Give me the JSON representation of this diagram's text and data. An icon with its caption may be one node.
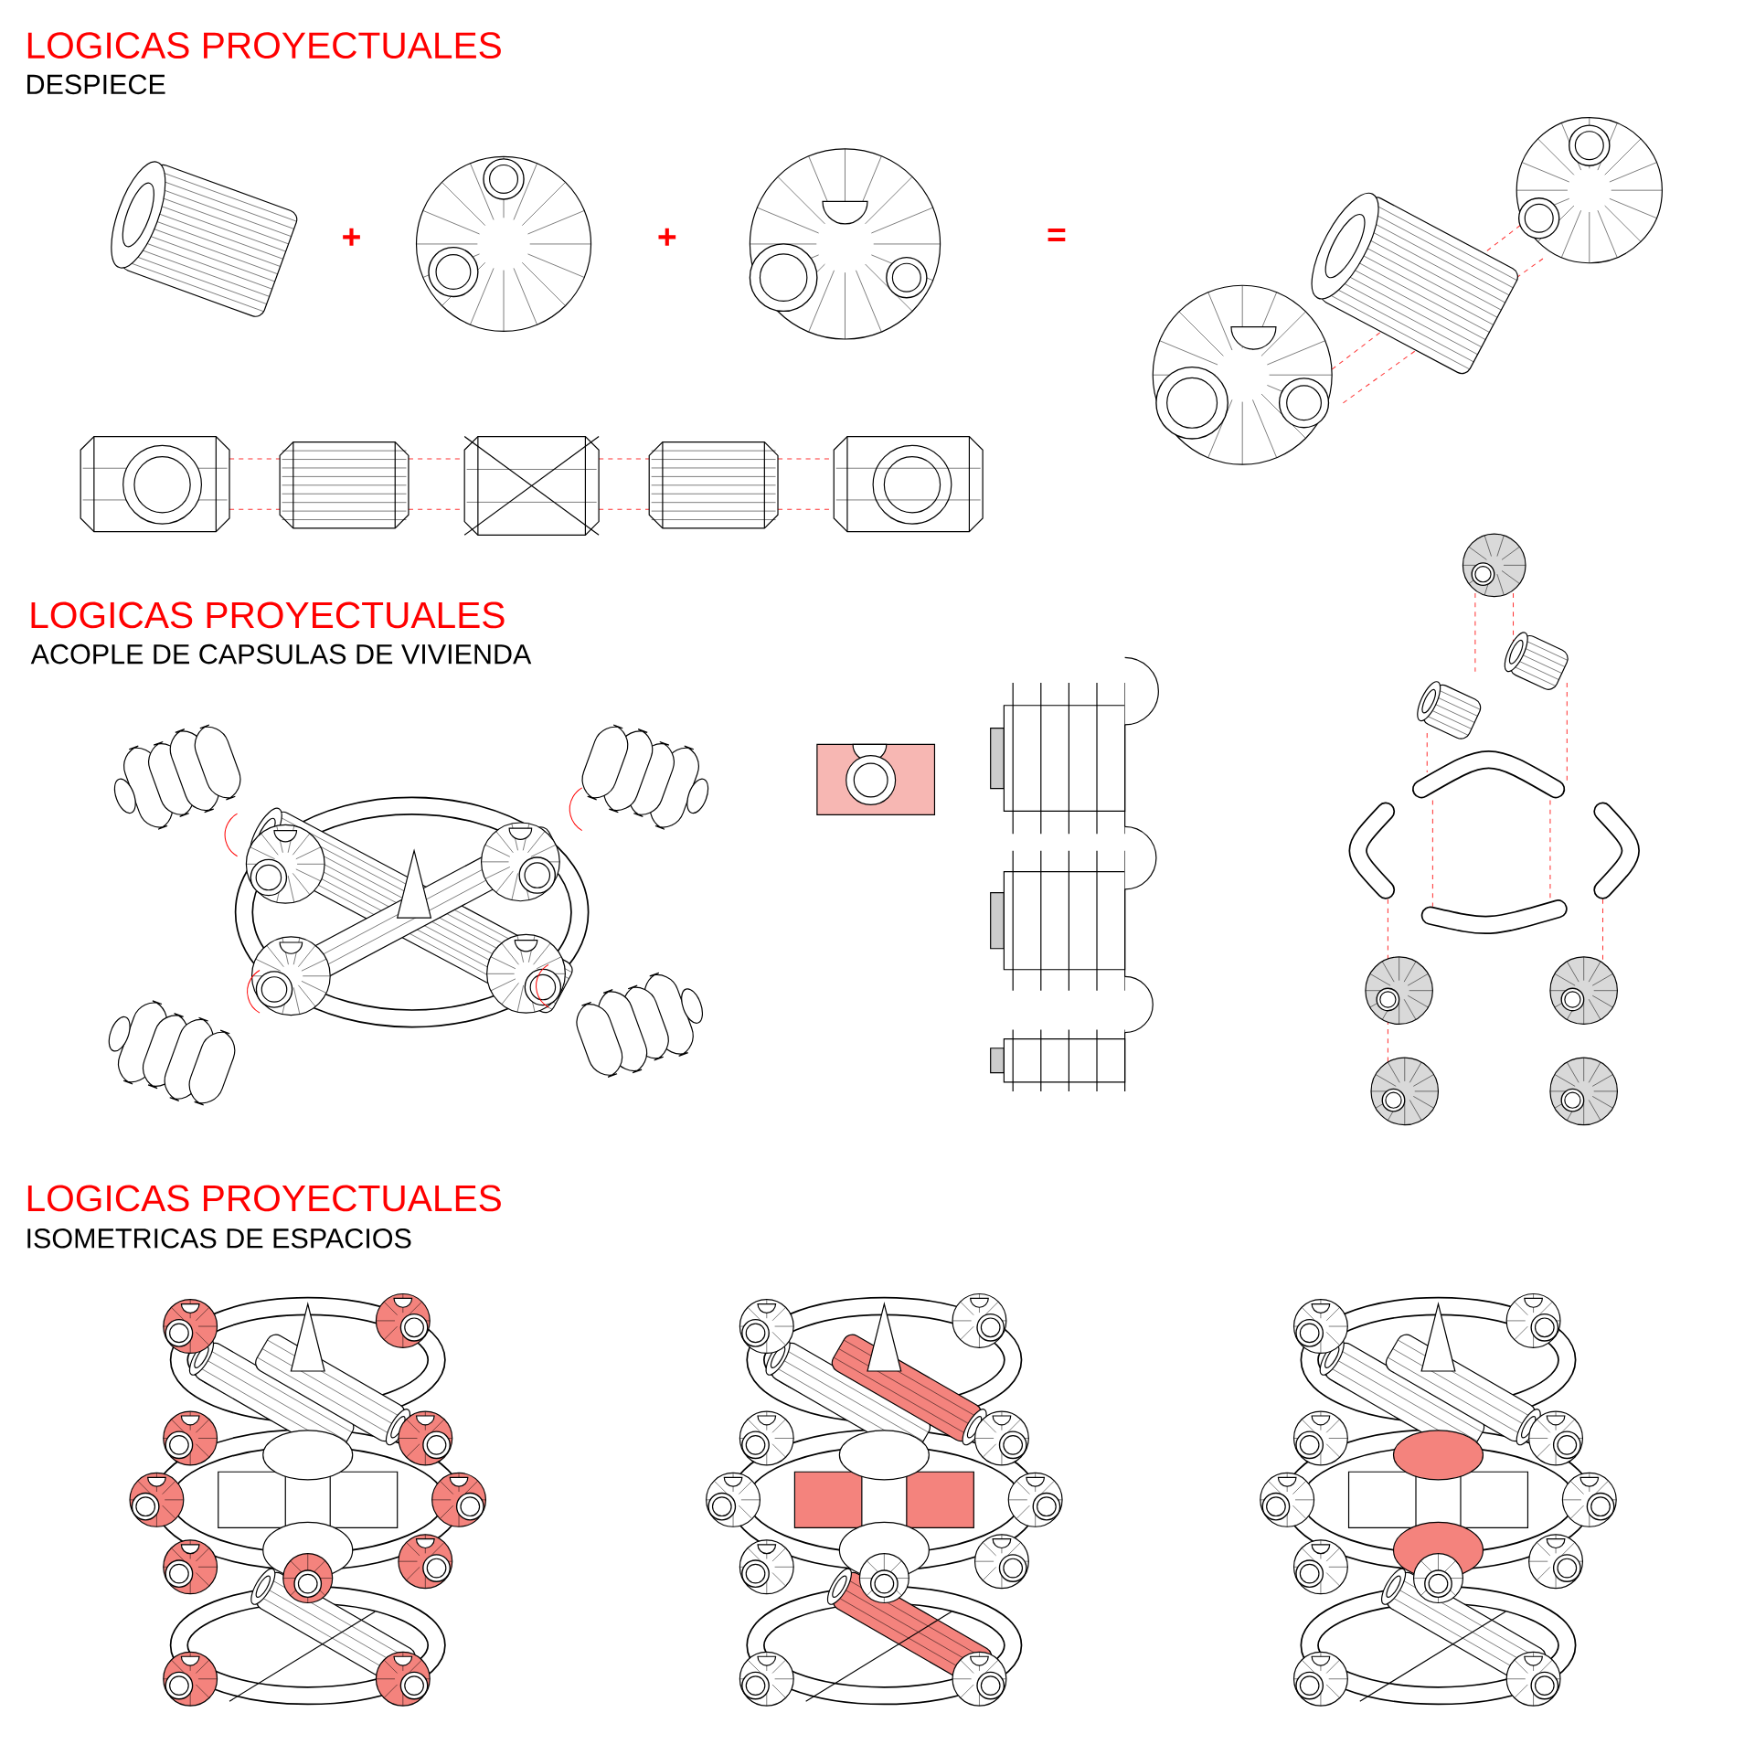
{
  "diagram": {
    "labels": [
      "LOGICAS PROYECTUALES",
      "DESPIECE",
      "+",
      "+",
      "=",
      "LOGICAS PROYECTUALES",
      "ACOPLE DE CAPSULAS DE VIVIENDA",
      "LOGICAS PROYECTUALES",
      "ISOMETRICAS DE ESPACIOS"
    ]
  }
}
